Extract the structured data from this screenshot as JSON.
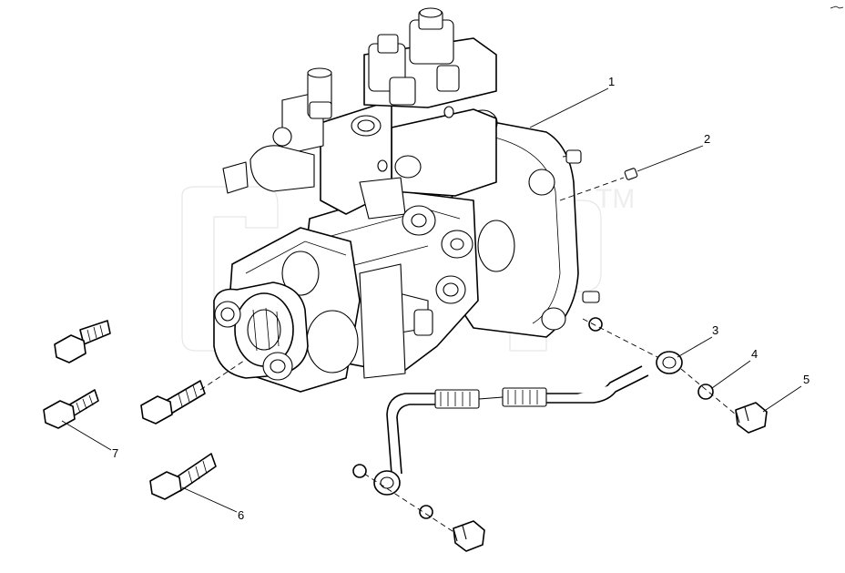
{
  "diagram": {
    "callouts": [
      {
        "id": "1",
        "label": "1"
      },
      {
        "id": "2",
        "label": "2"
      },
      {
        "id": "3",
        "label": "3"
      },
      {
        "id": "4",
        "label": "4"
      },
      {
        "id": "5",
        "label": "5"
      },
      {
        "id": "6",
        "label": "6"
      },
      {
        "id": "7",
        "label": "7"
      }
    ],
    "watermark_mark": "TM"
  }
}
